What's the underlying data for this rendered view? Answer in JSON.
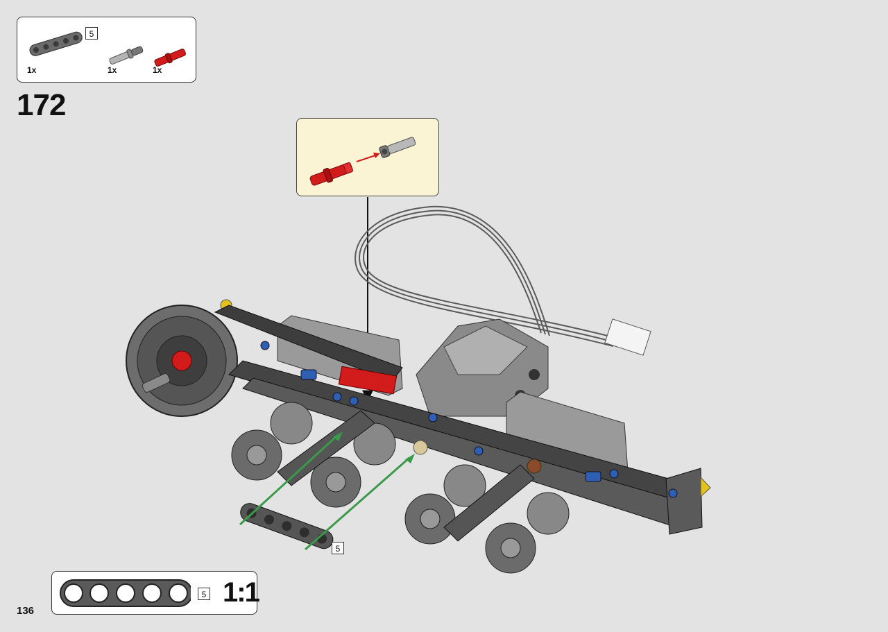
{
  "parts_list": {
    "items": [
      {
        "name": "beam-5",
        "quantity": "1x",
        "length_badge": "5",
        "color": "#6b6b6b"
      },
      {
        "name": "axle-pin-gray",
        "quantity": "1x",
        "color": "#9a9a9a"
      },
      {
        "name": "axle-red",
        "quantity": "1x",
        "color": "#d21b1b"
      }
    ]
  },
  "step": {
    "number": "172"
  },
  "assembly": {
    "new_beam_length_badge": "5"
  },
  "scale_reference": {
    "length_badge": "5",
    "ratio": "1:1"
  },
  "page": {
    "number": "136"
  },
  "colors": {
    "background": "#e3e3e3",
    "callout": "#fbf4d4",
    "beam_dark": "#4a4a4a",
    "red": "#d21b1b",
    "blue": "#2f5fb3",
    "guide_green": "#3a9a4a"
  }
}
